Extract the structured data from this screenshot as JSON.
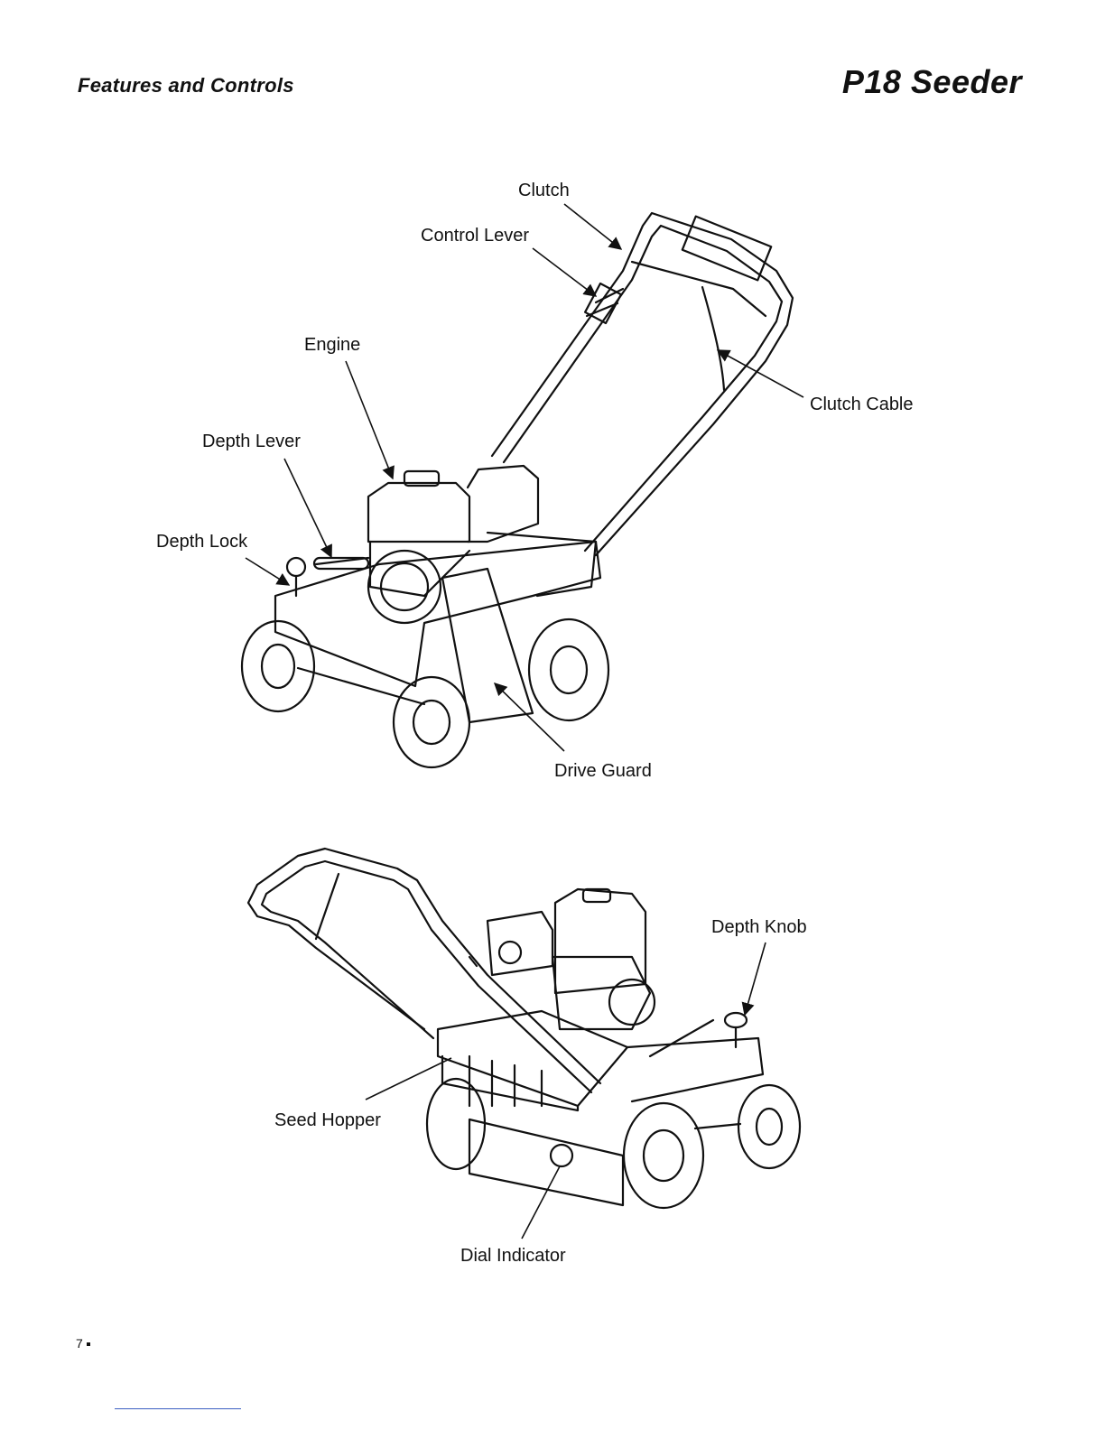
{
  "header": {
    "section_title": "Features and Controls",
    "product_title": "P18 Seeder"
  },
  "labels": {
    "clutch": "Clutch",
    "control_lever": "Control Lever",
    "engine": "Engine",
    "clutch_cable": "Clutch Cable",
    "depth_lever": "Depth Lever",
    "depth_lock": "Depth Lock",
    "drive_guard": "Drive Guard",
    "depth_knob": "Depth Knob",
    "seed_hopper": "Seed Hopper",
    "dial_indicator": "Dial Indicator"
  },
  "footer": {
    "page_number": "7"
  }
}
